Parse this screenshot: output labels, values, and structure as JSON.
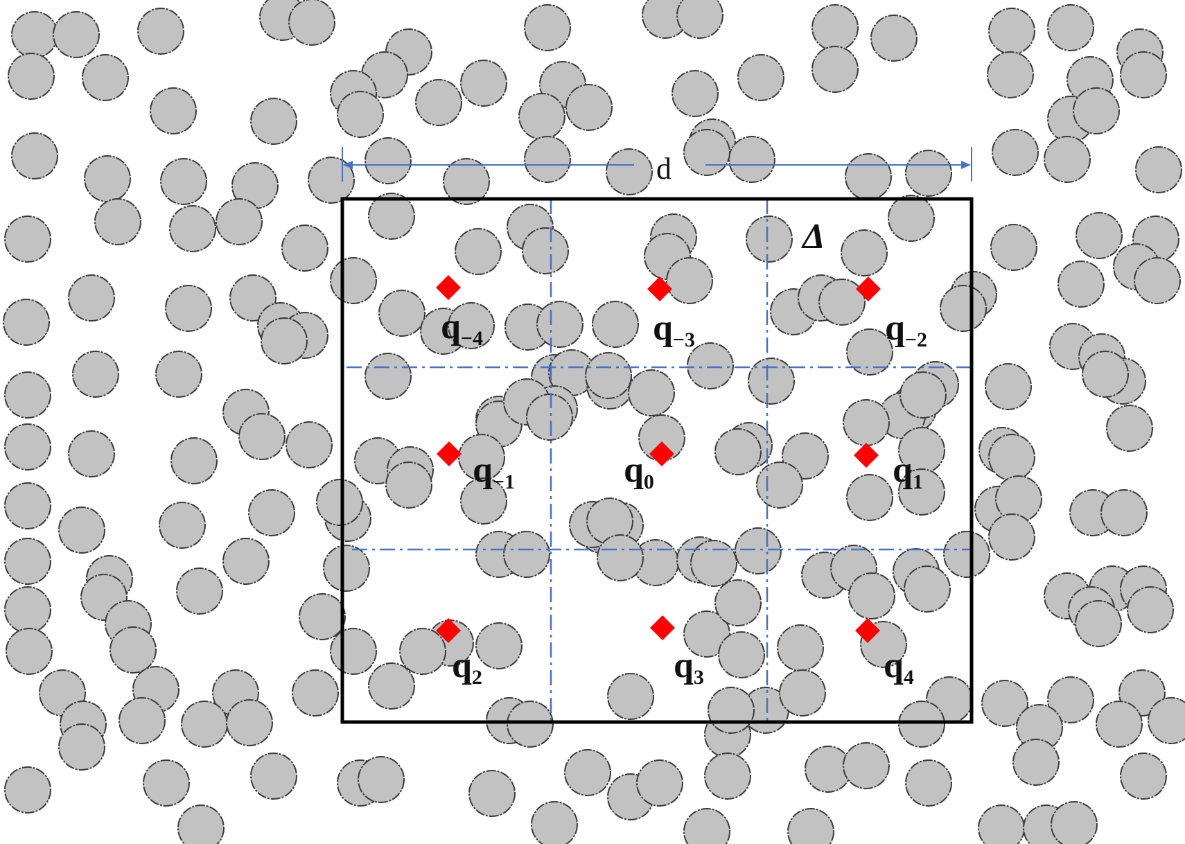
{
  "diagram": {
    "dimension_label": "d",
    "region_label": "Δ",
    "points": [
      {
        "id": "q-4",
        "base": "q",
        "sub": "−4"
      },
      {
        "id": "q-3",
        "base": "q",
        "sub": "−3"
      },
      {
        "id": "q-2",
        "base": "q",
        "sub": "−2"
      },
      {
        "id": "q-1",
        "base": "q",
        "sub": "−1"
      },
      {
        "id": "q0",
        "base": "q",
        "sub": "0"
      },
      {
        "id": "q1",
        "base": "q",
        "sub": "1"
      },
      {
        "id": "q2",
        "base": "q",
        "sub": "2"
      },
      {
        "id": "q3",
        "base": "q",
        "sub": "3"
      },
      {
        "id": "q4",
        "base": "q",
        "sub": "4"
      }
    ],
    "colors": {
      "particle_fill": "#c2c2c2",
      "particle_stroke": "#3a3a3a",
      "marker": "#ff0000",
      "grid_line": "#4472c4",
      "frame": "#000000"
    }
  }
}
